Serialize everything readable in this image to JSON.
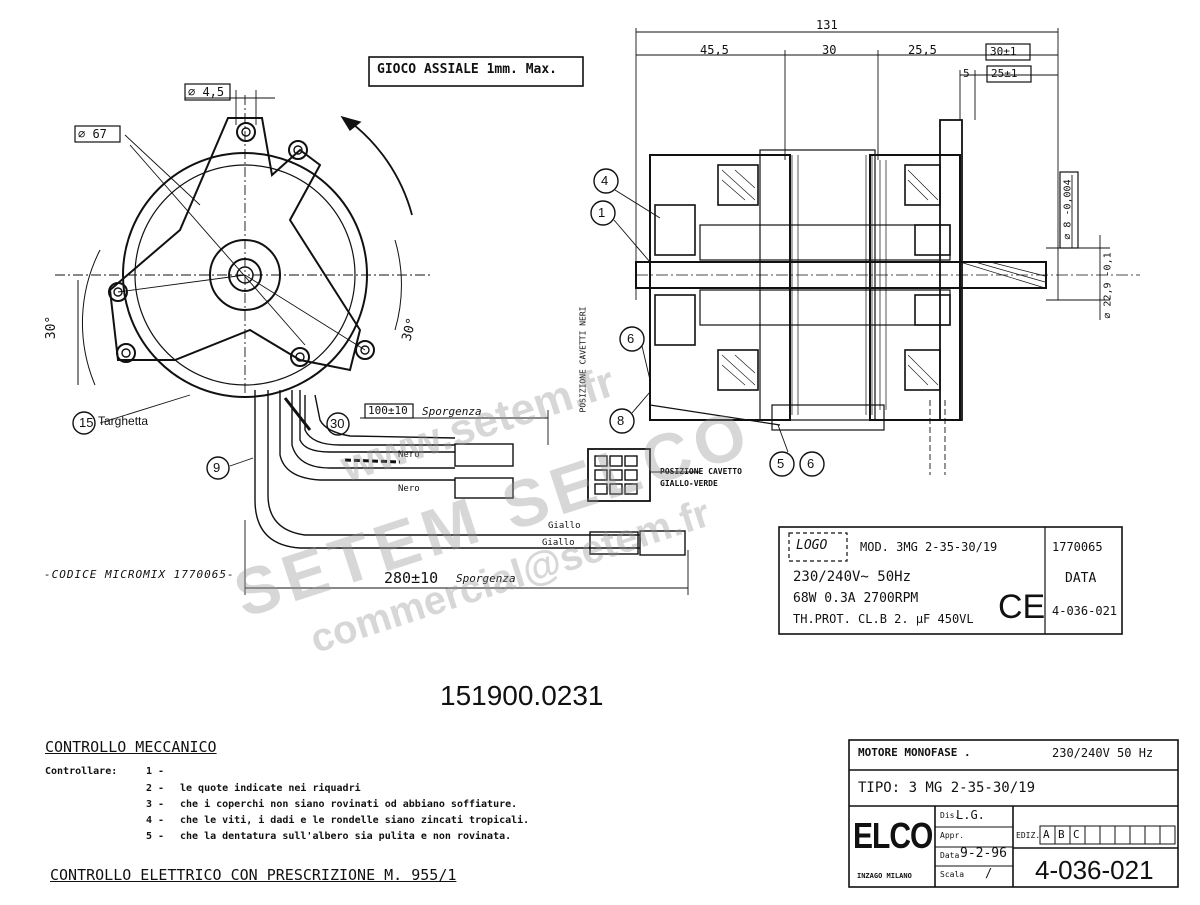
{
  "drawing_number": "151900.0231",
  "end_view": {
    "dim_hole": "⌀ 4,5",
    "dim_pitch": "⌀ 67",
    "angle_left": "30°",
    "angle_right": "30°",
    "nameplate_label": "Targhetta",
    "callout_15": "15",
    "callout_9": "9",
    "callout_30": "30",
    "play_note": "GIOCO ASSIALE 1mm. Max."
  },
  "section_view": {
    "dim_total": "131",
    "dim_a": "45,5",
    "dim_b": "30",
    "dim_c": "25,5",
    "dim_d_box": "30±1",
    "dim_e": "5",
    "dim_f_box": "25±1",
    "dim_shaft_v": "⌀ 8 -0,004",
    "dim_shaft_v2": "⌀ 22,9 -0,1",
    "callouts": [
      "4",
      "1",
      "6",
      "8",
      "5",
      "6"
    ],
    "posizione_label": "POSIZIONE CAVETTI NERI",
    "posizione_cavetto": "POSIZIONE CAVETTO GIALLO-VERDE"
  },
  "wires": {
    "len_short": "100±10",
    "len_short_unit": "Sporgenza",
    "len_long": "280±10",
    "len_long_unit": "Sporgenza",
    "wire_1": "Nero",
    "wire_2": "Nero",
    "wire_3": "Giallo",
    "wire_4": "Giallo",
    "codice": "-CODICE MICROMIX 1770065-"
  },
  "nameplate": {
    "logo": "LOGO",
    "model": "MOD. 3MG 2-35-30/19",
    "code": "1770065",
    "voltage": "230/240V~ 50Hz",
    "data_label": "DATA",
    "power": "68W 0.3A 2700RPM",
    "protection": "TH.PROT. CL.B 2. μF 450VL",
    "ce": "CE",
    "drawing_ref": "4-036-021"
  },
  "controllo": {
    "title": "CONTROLLO MECCANICO",
    "controllare": "Controllare:",
    "items": [
      {
        "num": "1 -",
        "text": ""
      },
      {
        "num": "2 -",
        "text": "le quote indicate nei riquadri"
      },
      {
        "num": "3 -",
        "text": "che i coperchi non siano rovinati od abbiano soffiature."
      },
      {
        "num": "4 -",
        "text": "che le viti, i dadi e le rondelle siano zincati tropicali."
      },
      {
        "num": "5 -",
        "text": "che la dentatura sull'albero sia pulita e non rovinata."
      }
    ],
    "elettrico": "CONTROLLO ELETTRICO CON PRESCRIZIONE M. 955/1"
  },
  "title_block": {
    "motor": "MOTORE MONOFASE .",
    "voltage": "230/240V 50 Hz",
    "tipo": "TIPO: 3 MG 2-35-30/19",
    "brand": "ELCO",
    "brand_sub": "INZAGO MILANO",
    "dis_label": "Dis.",
    "dis_value": "L.G.",
    "appr_label": "Appr.",
    "data_label": "Data",
    "data_value": "9-2-96",
    "scala_label": "Scala",
    "scala_value": "/",
    "ediz_label": "EDIZ.",
    "ediz_letters": [
      "A",
      "B",
      "C"
    ],
    "number": "4-036-021"
  },
  "watermark": {
    "line1": "www.setem.fr",
    "line2": "SETEM SELCO",
    "line3": "commercial@setem.fr"
  }
}
